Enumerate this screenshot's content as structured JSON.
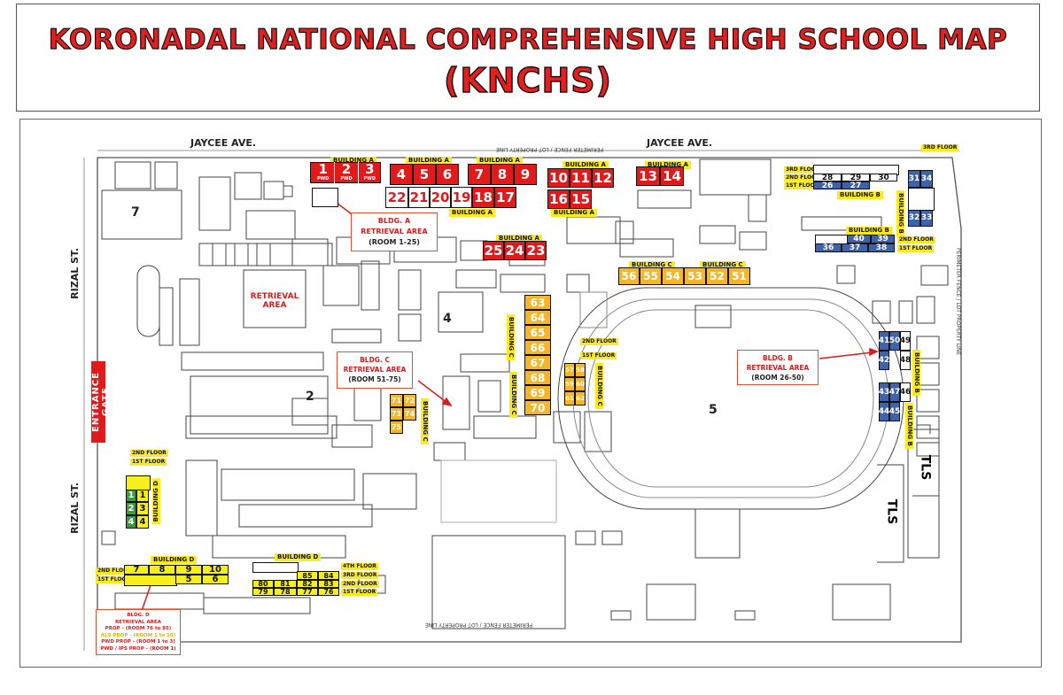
{
  "title": {
    "line1": "KORONADAL NATIONAL COMPREHENSIVE HIGH SCHOOL MAP",
    "line2": "(KNCHS)"
  },
  "roads": {
    "jaycee_left": "JAYCEE AVE.",
    "jaycee_right": "JAYCEE AVE.",
    "rizal_top": "RIZAL ST.",
    "rizal_bottom": "RIZAL ST.",
    "gate": "ENTRANCE GATE"
  },
  "perimeter": {
    "top": "PERIMETER FENCE / LOT PROPERTY LINE",
    "right": "PERIMETER FENCE / LOT PROPERTY LINE",
    "bottom": "PERIMETER FENCE / LOT PROPERTY LINE"
  },
  "buildings": {
    "a": "BUILDING A",
    "b": "BUILDING B",
    "c": "BUILDING C",
    "d": "BUILDING D"
  },
  "floors": {
    "f1": "1ST FLOOR",
    "f2": "2ND FLOOR",
    "f3": "3RD FLOOR",
    "f4": "4TH FLOOR"
  },
  "areas": {
    "retrieval": "RETRIEVAL AREA",
    "tls1": "TLS",
    "tls2": "TLS",
    "zone4": "4",
    "zone5": "5",
    "zone7": "7",
    "zone2": "2"
  },
  "callouts": {
    "a": {
      "line1": "BLDG. A",
      "line2": "RETRIEVAL AREA",
      "line3": "(ROOM 1-25)"
    },
    "c": {
      "line1": "BLDG. C",
      "line2": "RETRIEVAL AREA",
      "line3": "(ROOM 51-75)"
    },
    "b": {
      "line1": "BLDG. B",
      "line2": "RETRIEVAL AREA",
      "line3": "(ROOM 26-50)"
    },
    "d": {
      "line1": "BLDG. D",
      "line2": "RETRIEVAL AREA",
      "line3": "PROP - (ROOM 76 to 85)",
      "line4": "ALS PROP - (ROOM 1 to 10)",
      "line5": "PWD PROP - (ROOM 1 to 3)",
      "line6": "PWD / IPS PROP - (ROOM 1)"
    }
  },
  "rooms": {
    "a_row1": [
      "1",
      "2",
      "3"
    ],
    "a_row1_sub": [
      "PWD",
      "PWD",
      "PWD"
    ],
    "a_row2": [
      "4",
      "5",
      "6",
      "7",
      "8",
      "9"
    ],
    "a_row3": [
      "22",
      "21",
      "20",
      "19",
      "18",
      "17"
    ],
    "a_mid": [
      "10",
      "11",
      "12"
    ],
    "a_mid2": [
      "13",
      "14"
    ],
    "a_mid3": [
      "16",
      "15"
    ],
    "a_low": [
      "25",
      "24",
      "23"
    ],
    "b_top3": [
      "28",
      "29",
      "30"
    ],
    "b_top1": [
      "26",
      "27"
    ],
    "b_v": [
      "31",
      "34",
      "32",
      "33"
    ],
    "b_mid": [
      "40",
      "39"
    ],
    "b_mid1": [
      "36",
      "37",
      "38"
    ],
    "b_right": [
      "41",
      "50",
      "49",
      "48",
      "42",
      "43",
      "44",
      "45",
      "47",
      "46"
    ],
    "c_top": [
      "56",
      "55",
      "54",
      "53",
      "52",
      "51"
    ],
    "c_col": [
      "63",
      "64",
      "65",
      "66",
      "67",
      "68",
      "69",
      "70"
    ],
    "c_small": [
      "57",
      "58",
      "59",
      "60",
      "61",
      "62"
    ],
    "c_left": [
      "71",
      "72",
      "73",
      "74",
      "75"
    ],
    "d_left": [
      "1",
      "2",
      "3",
      "4"
    ],
    "d_bot_top": [
      "7",
      "8",
      "9",
      "10"
    ],
    "d_bot_low": [
      "5",
      "6"
    ],
    "d_right_top": [
      "85",
      "84"
    ],
    "d_right_mid": [
      "80",
      "81",
      "82",
      "83"
    ],
    "d_right_low": [
      "79",
      "78",
      "77",
      "76"
    ]
  },
  "colors": {
    "building_a": "#e11b1b",
    "building_b": "#3f63a8",
    "building_c": "#f6b62a",
    "building_d": "#f5f01a",
    "label_yellow": "#fbea1e",
    "callout_border": "#e0502a",
    "title_red": "#e31f1f"
  }
}
